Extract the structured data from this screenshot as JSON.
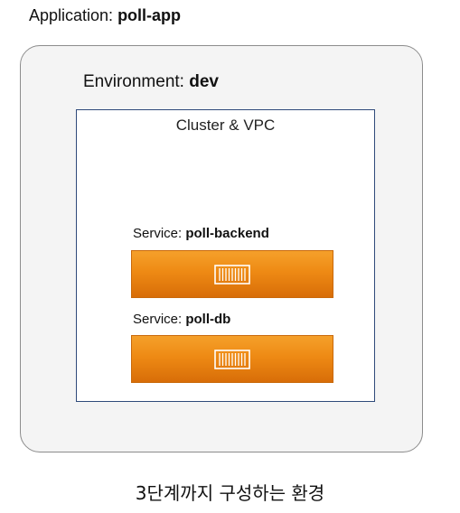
{
  "application": {
    "prefix": "Application: ",
    "name": "poll-app"
  },
  "environment": {
    "prefix": "Environment: ",
    "name": "dev"
  },
  "cluster": {
    "title": "Cluster & VPC"
  },
  "services": [
    {
      "prefix": "Service: ",
      "name": "poll-backend",
      "icon": "container-icon"
    },
    {
      "prefix": "Service: ",
      "name": "poll-db",
      "icon": "container-icon"
    }
  ],
  "caption": "3단계까지 구성하는 환경",
  "colors": {
    "service_fill": "#ee8a14",
    "cluster_border": "#2f4a7a",
    "environment_border": "#8c8c8c",
    "environment_fill": "#f4f4f4"
  }
}
